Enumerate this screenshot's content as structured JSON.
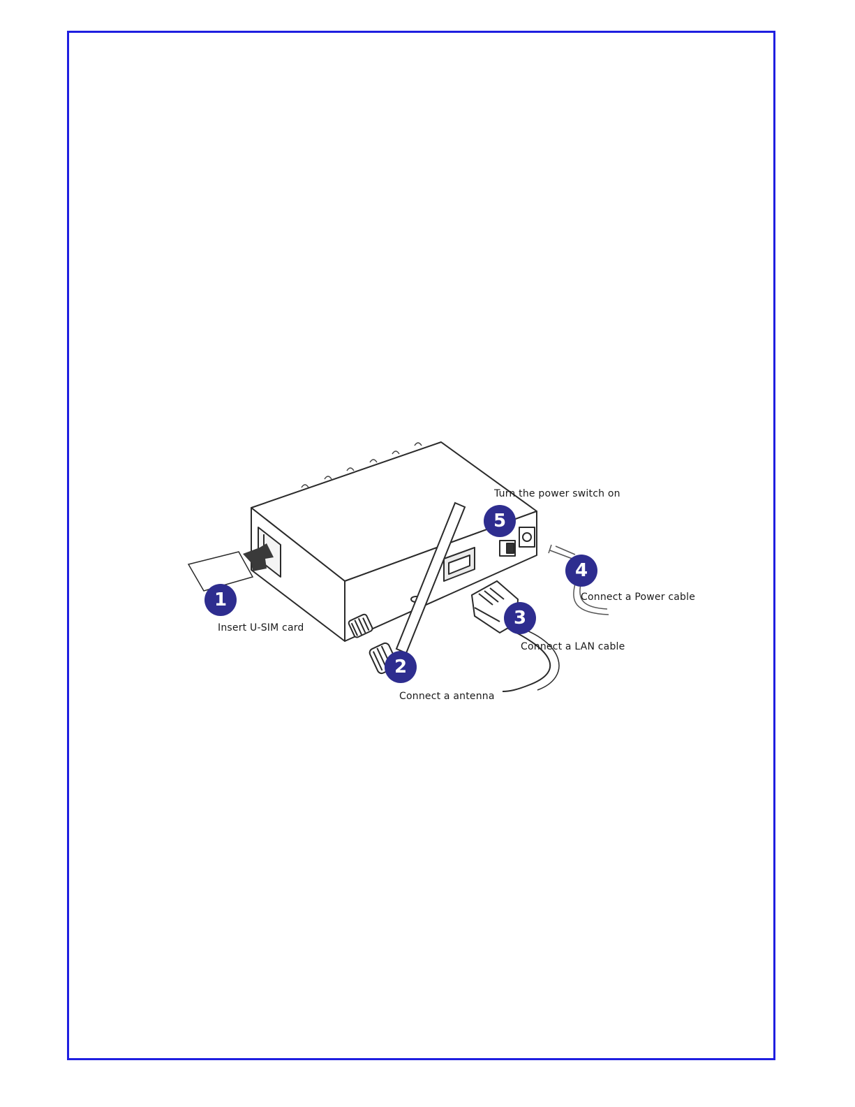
{
  "colors": {
    "frame": "#1f1fe0",
    "badge": "#2e2d8f",
    "line": "#333333"
  },
  "steps": [
    {
      "number": "1",
      "label": "Insert U-SIM card"
    },
    {
      "number": "2",
      "label": "Connect a antenna"
    },
    {
      "number": "3",
      "label": "Connect a LAN cable"
    },
    {
      "number": "4",
      "label": "Connect a Power cable"
    },
    {
      "number": "5",
      "label": "Turn the power switch on"
    }
  ],
  "icons": [
    "router-illustration",
    "usim-card-icon",
    "insert-arrow-icon",
    "antenna-icon",
    "lan-cable-icon",
    "power-cable-icon",
    "power-switch-icon"
  ]
}
